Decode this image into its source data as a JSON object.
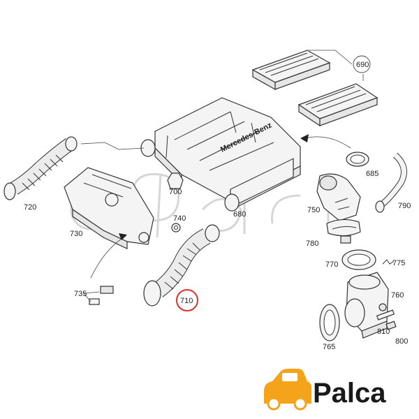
{
  "diagram": {
    "brand_mark": "Mercedes-Benz",
    "watermark": "Palca",
    "part_numbers": {
      "p690": "690",
      "p685": "685",
      "p790": "790",
      "p720": "720",
      "p700": "700",
      "p740": "740",
      "p730": "730",
      "p680": "680",
      "p750": "750",
      "p780": "780",
      "p770": "770",
      "p775": "775",
      "p735": "735",
      "p710": "710",
      "p760": "760",
      "p810": "810",
      "p765": "765",
      "p800": "800"
    },
    "highlight_part": "710",
    "highlight_color": "#e0302a"
  },
  "logo": {
    "text": "Palca",
    "accent_color": "#f4a31b",
    "text_color": "#1a1a1a"
  }
}
